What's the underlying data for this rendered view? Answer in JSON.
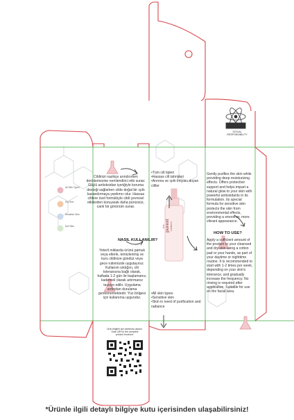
{
  "panels": {
    "front_left": {
      "description_tr": "Cildinizi nazikçe arındırırken derinlemesine nemlendirici etki sunar. Güçlü antioksidan içeriğiyle koruma desteği sağlarken cilde doğal bir ışıltı kazandırmaya yardımcı olur. Hassas ciltlere özel formülüyle cildi çevresel etkilerden koruyarak daha pürüzsüz, canlı bir görünüm sunar.",
      "usage_heading_tr": "NASIL KULLANILIR?",
      "usage_tr": "Yeterli miktarda ürünü pamuk veya ellerle, temizlenmiş ve kuru cildinize gündüz veya gece rutininizde uygulayınız. Kullanım sıklığını, cilt toleransına bağlı olarak, haftada 1-2 gün ile başlamanız, kademeli olarak artırmanız tavsiye edilir. Uygulama ardından durulama gerekmemektedir. Yüz bölgesi için kullanıma uygundur."
    },
    "swatches": [
      {
        "label": "All Skin Types",
        "color": "#e9b7c1"
      },
      {
        "label": "Dry Skin",
        "color": "#f1c9a7"
      },
      {
        "label": "Sensitive Skin",
        "color": "#cbd9ec"
      },
      {
        "label": "Dull Skin",
        "color": "#d6e8cf"
      }
    ],
    "front_center": {
      "features_tr": "•Tüm cilt tipleri\n•Hassas cilt tahrişleri\n•Arınma ve ışıltı ihtiyacı duyan ciltler",
      "brand_line1": "the",
      "brand_line2": "purest",
      "brand_line3": "solutions",
      "features_en": "•All skin types\n•Sensitive skin\n•Skin in need of purification and radiance"
    },
    "front_right": {
      "description_en": "Gently purifies the skin while providing deep moisturizing effects. Offers protective support and helps impart a natural glow to your skin with powerful antioxidants in its formulation. Its special formula for sensitive skin protects the skin from environmental effects, providing a smoother, more vibrant appearance.",
      "usage_heading_en": "HOW TO USE?",
      "usage_en": "Apply a sufficient amount of the product to your cleansed and dry skin using a cotton pad or your hands, as part of your daytime or nighttime routine. It is recommended to start with 1-2 times per week, depending on your skin's tolerance, and gradually increase the frequency. No rinsing is required after application. Suitable for use on the facial area."
    },
    "social_label": "SOCIAL\nRESPONSIBILITY",
    "qr_caption": "Ürün bilgileri için karekodu okutun.\nScan QR for the complete\nproduct brochure."
  },
  "caption": "*Ürünle ilgili detaylı bilgiye kutu içerisinden ulaşabilirsiniz!"
}
